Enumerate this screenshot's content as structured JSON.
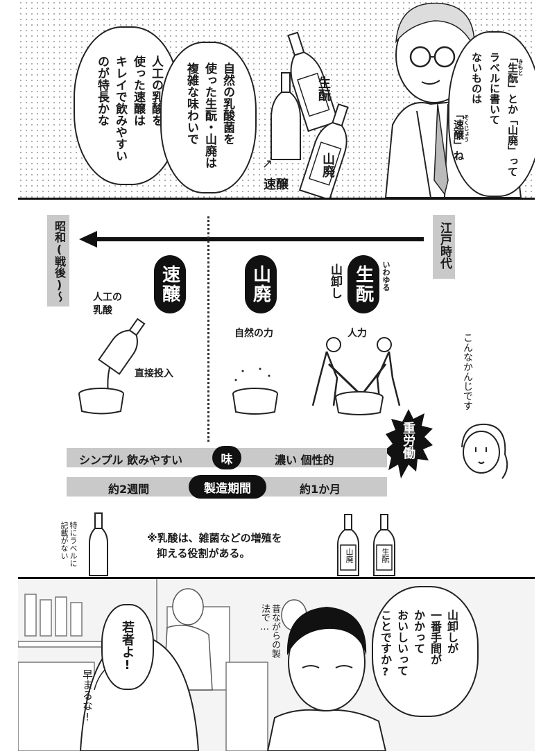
{
  "top_panel": {
    "bubble_left": {
      "lines": [
        "人工の乳酸を",
        "使った速醸は",
        "キレイで飲みやすい",
        "のが特長かな"
      ]
    },
    "bubble_mid": {
      "lines": [
        "自然の乳酸菌を",
        "使った生酛・山廃は",
        "複雑な味わいで"
      ]
    },
    "bubble_right": {
      "lines": [
        "「生酛」とか「山廃」って",
        "ラベルに書いて",
        "ないものは",
        "「速醸」ね"
      ],
      "furigana": [
        "きもと",
        "そくじょう"
      ]
    },
    "bottle_labels": {
      "kimoto": "生酛",
      "yamahai": "山廃"
    },
    "sokujo_caption": "速醸",
    "arrow_mark": "↗"
  },
  "diagram": {
    "era_left": "昭和(戦後)〜",
    "era_right": "江戸時代",
    "sokujo": {
      "title": "速醸",
      "note_line1": "人工の",
      "note_line2": "乳酸",
      "method": "直接投入"
    },
    "yamahai": {
      "title": "山廃",
      "method": "自然の力"
    },
    "kimoto": {
      "title": "生酛",
      "prefix": "いわゆる",
      "alias": "山卸し",
      "method": "人力"
    },
    "handwritten": "こんなかんじです",
    "heavy_labor": "重労働",
    "taste_bar": {
      "left": "シンプル 飲みやすい",
      "center": "味",
      "right": "濃い 個性的"
    },
    "period_bar": {
      "left": "約2週間",
      "center": "製造期間",
      "right": "約1か月"
    },
    "footnote_line1": "※乳酸は、雑菌などの増殖を",
    "footnote_line2": "抑える役割がある。",
    "no_label_note": "特にラベルに記載がない",
    "bottle_yamahai": "山廃",
    "bottle_kimoto": "生酛"
  },
  "bottom_panel": {
    "bubble_left": "若者よ!",
    "shout": "早まるな!",
    "mutter": "昔ながらの製法で…",
    "bubble_right": {
      "lines": [
        "山卸しが",
        "一番手間が",
        "かかって",
        "おいしいって",
        "ことですか?"
      ]
    }
  }
}
